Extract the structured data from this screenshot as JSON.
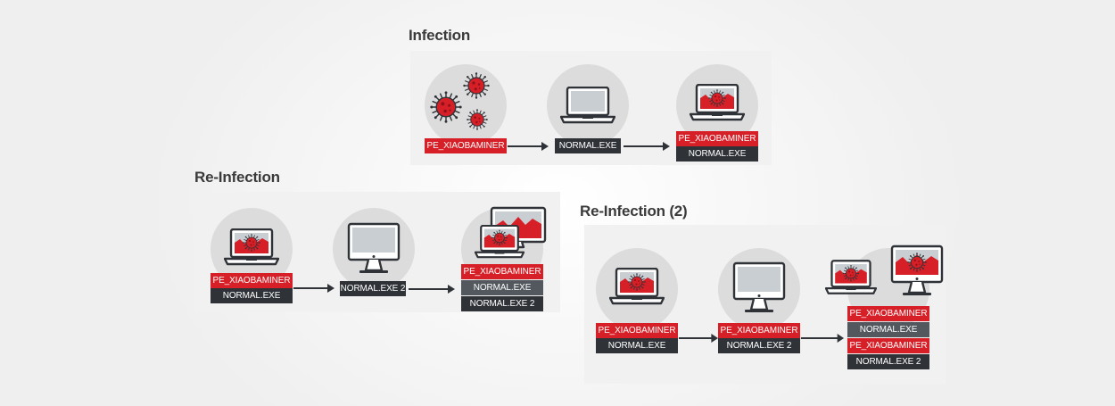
{
  "sections": {
    "infection": {
      "title": "Infection",
      "labels": [
        "PE_XIAOBAMINER",
        "NORMAL.EXE",
        "PE_XIAOBAMINER",
        "NORMAL.EXE"
      ]
    },
    "reinfection": {
      "title": "Re-Infection",
      "labels": [
        "PE_XIAOBAMINER",
        "NORMAL.EXE",
        "NORMAL.EXE 2",
        "PE_XIAOBAMINER",
        "NORMAL.EXE",
        "NORMAL.EXE 2"
      ]
    },
    "reinfection2": {
      "title": "Re-Infection (2)",
      "labels": [
        "PE_XIAOBAMINER",
        "NORMAL.EXE",
        "PE_XIAOBAMINER",
        "NORMAL.EXE 2",
        "PE_XIAOBAMINER",
        "NORMAL.EXE",
        "PE_XIAOBAMINER",
        "NORMAL.EXE 2"
      ]
    }
  },
  "colors": {
    "malware_red": "#d71f27",
    "file_dark": "#2f3338",
    "file_grey": "#52585e",
    "icon_outline": "#2f3338",
    "circle": "#dcdcdc"
  },
  "icons": [
    "virus-icon",
    "laptop-icon",
    "infected-laptop-icon",
    "monitor-icon",
    "infected-monitor-icon",
    "arrow-right-icon"
  ]
}
